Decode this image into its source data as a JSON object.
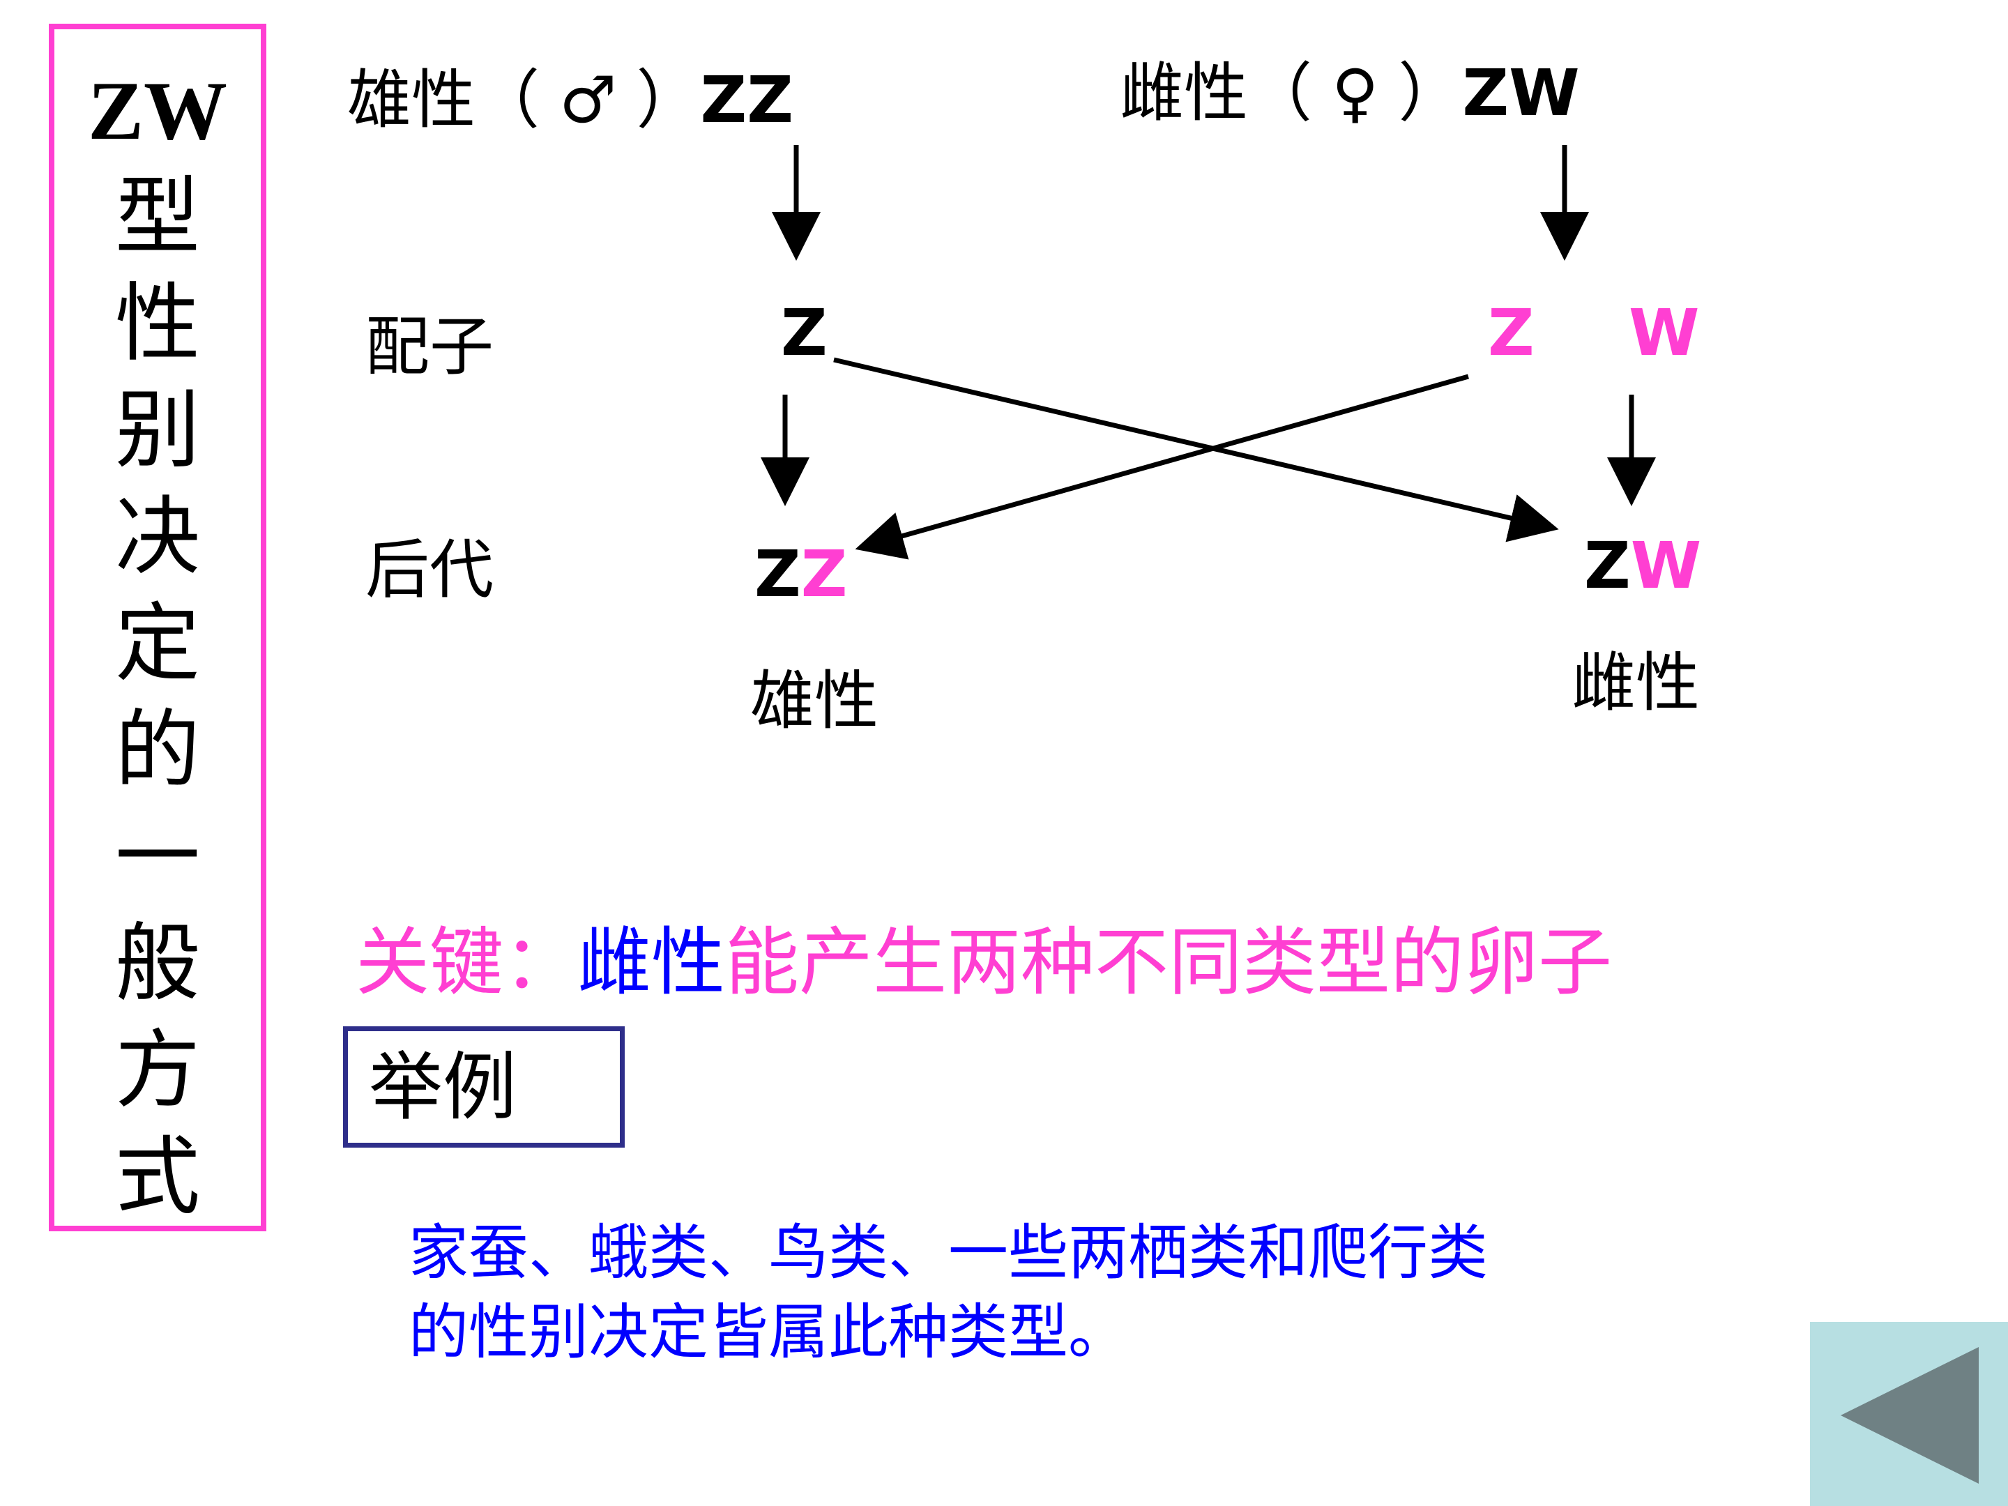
{
  "title_chars": [
    "ZW",
    "型",
    "性",
    "别",
    "决",
    "定",
    "的",
    "一",
    "般",
    "方",
    "式"
  ],
  "parents": {
    "male": {
      "label": "雄性（",
      "symbol": "♂",
      "close": "）",
      "genotype": "ZZ"
    },
    "female": {
      "label": "雌性（",
      "symbol": "♀",
      "close": "）",
      "genotype": "ZW"
    }
  },
  "rows": {
    "gamete": "配子",
    "offspring": "后代"
  },
  "gametes": {
    "male": "Z",
    "female_z": "Z",
    "female_w": "W"
  },
  "offspring": {
    "left": {
      "g1": "Z",
      "g2": "Z",
      "sex": "雄性"
    },
    "right": {
      "g1": "Z",
      "g2": "W",
      "sex": "雌性"
    }
  },
  "key": {
    "prefix": "关键：",
    "highlight": "雌性",
    "rest": "能产生两种不同类型的卵子"
  },
  "example_label": "举例",
  "note_lines": [
    "家蚕、蛾类、鸟类、一些两栖类和爬行类",
    "的性别决定皆属此种类型。"
  ],
  "colors": {
    "pink": "#ff3fd2",
    "blue": "#0000ff",
    "box_border": "#2e2e8a",
    "back_bg": "#b7dfe2",
    "back_arrow": "#6f8184"
  },
  "icons": {
    "back": "back-triangle-icon"
  }
}
